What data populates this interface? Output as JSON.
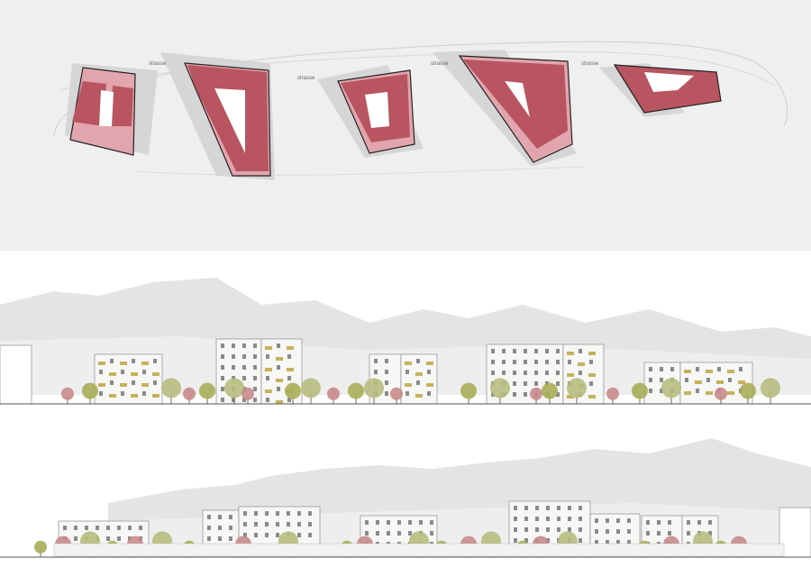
{
  "plan": {
    "street_labels": [
      "strasse",
      "strasse",
      "strasse",
      "strasse"
    ],
    "building_count": 5
  },
  "elevation_north": {
    "building_count": 5
  },
  "elevation_south": {
    "building_count": 5
  },
  "colors": {
    "plan_background": "#efefef",
    "site_shadow": "#d6d6d6",
    "unit_dark": "#b85560",
    "unit_light": "#e3a5ad",
    "courtyard": "#ffffff",
    "mountains": "#e4e4e4",
    "facade": "#f7f7f5",
    "balcony": "#c7b15c",
    "tree_red": "#c88a8a",
    "tree_olive": "#a8ad57",
    "tree_green": "#b6bd7e"
  }
}
